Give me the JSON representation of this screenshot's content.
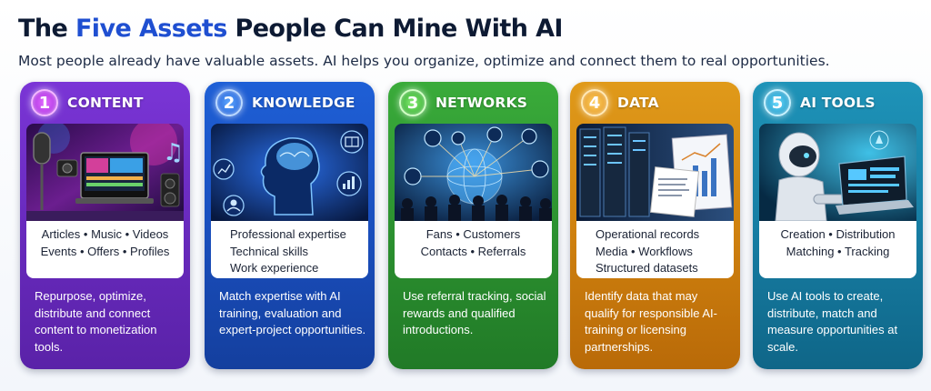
{
  "header": {
    "title_pre": "The ",
    "title_highlight": "Five Assets",
    "title_post": " People Can Mine With AI",
    "subtitle": "Most people already have valuable assets. AI helps you organize, optimize and connect them to real opportunities."
  },
  "colors": {
    "title_highlight": "#1f4fd1",
    "card1": "#6a2fc4",
    "card2": "#1f58c8",
    "card3": "#2f9a38",
    "card4": "#d88a12",
    "card5": "#1b8fb0"
  },
  "cards": [
    {
      "number": "1",
      "label": "CONTENT",
      "image_icon": "studio-microphone-video-editing-icon",
      "items": [
        "Articles • Music • Videos",
        "Events • Offers • Profiles"
      ],
      "description": "Repurpose, optimize, distribute and connect content to monetization tools."
    },
    {
      "number": "2",
      "label": "KNOWLEDGE",
      "image_icon": "brain-head-profile-icon",
      "items": [
        "Professional expertise",
        "Technical skills",
        "Work experience"
      ],
      "description": "Match expertise with AI training, evaluation and expert-project opportunities."
    },
    {
      "number": "3",
      "label": "NETWORKS",
      "image_icon": "globe-people-network-icon",
      "items": [
        "Fans • Customers",
        "Contacts • Referrals"
      ],
      "description": "Use referral tracking, social rewards and qualified introductions."
    },
    {
      "number": "4",
      "label": "DATA",
      "image_icon": "server-racks-documents-icon",
      "items": [
        "Operational records",
        "Media • Workflows",
        "Structured datasets"
      ],
      "description": "Identify data that may qualify for responsible AI-training or licensing partnerships."
    },
    {
      "number": "5",
      "label": "AI TOOLS",
      "image_icon": "robot-laptop-icon",
      "items": [
        "Creation • Distribution",
        "Matching • Tracking"
      ],
      "description": "Use AI tools to create, distribute, match and measure opportunities at scale."
    }
  ]
}
